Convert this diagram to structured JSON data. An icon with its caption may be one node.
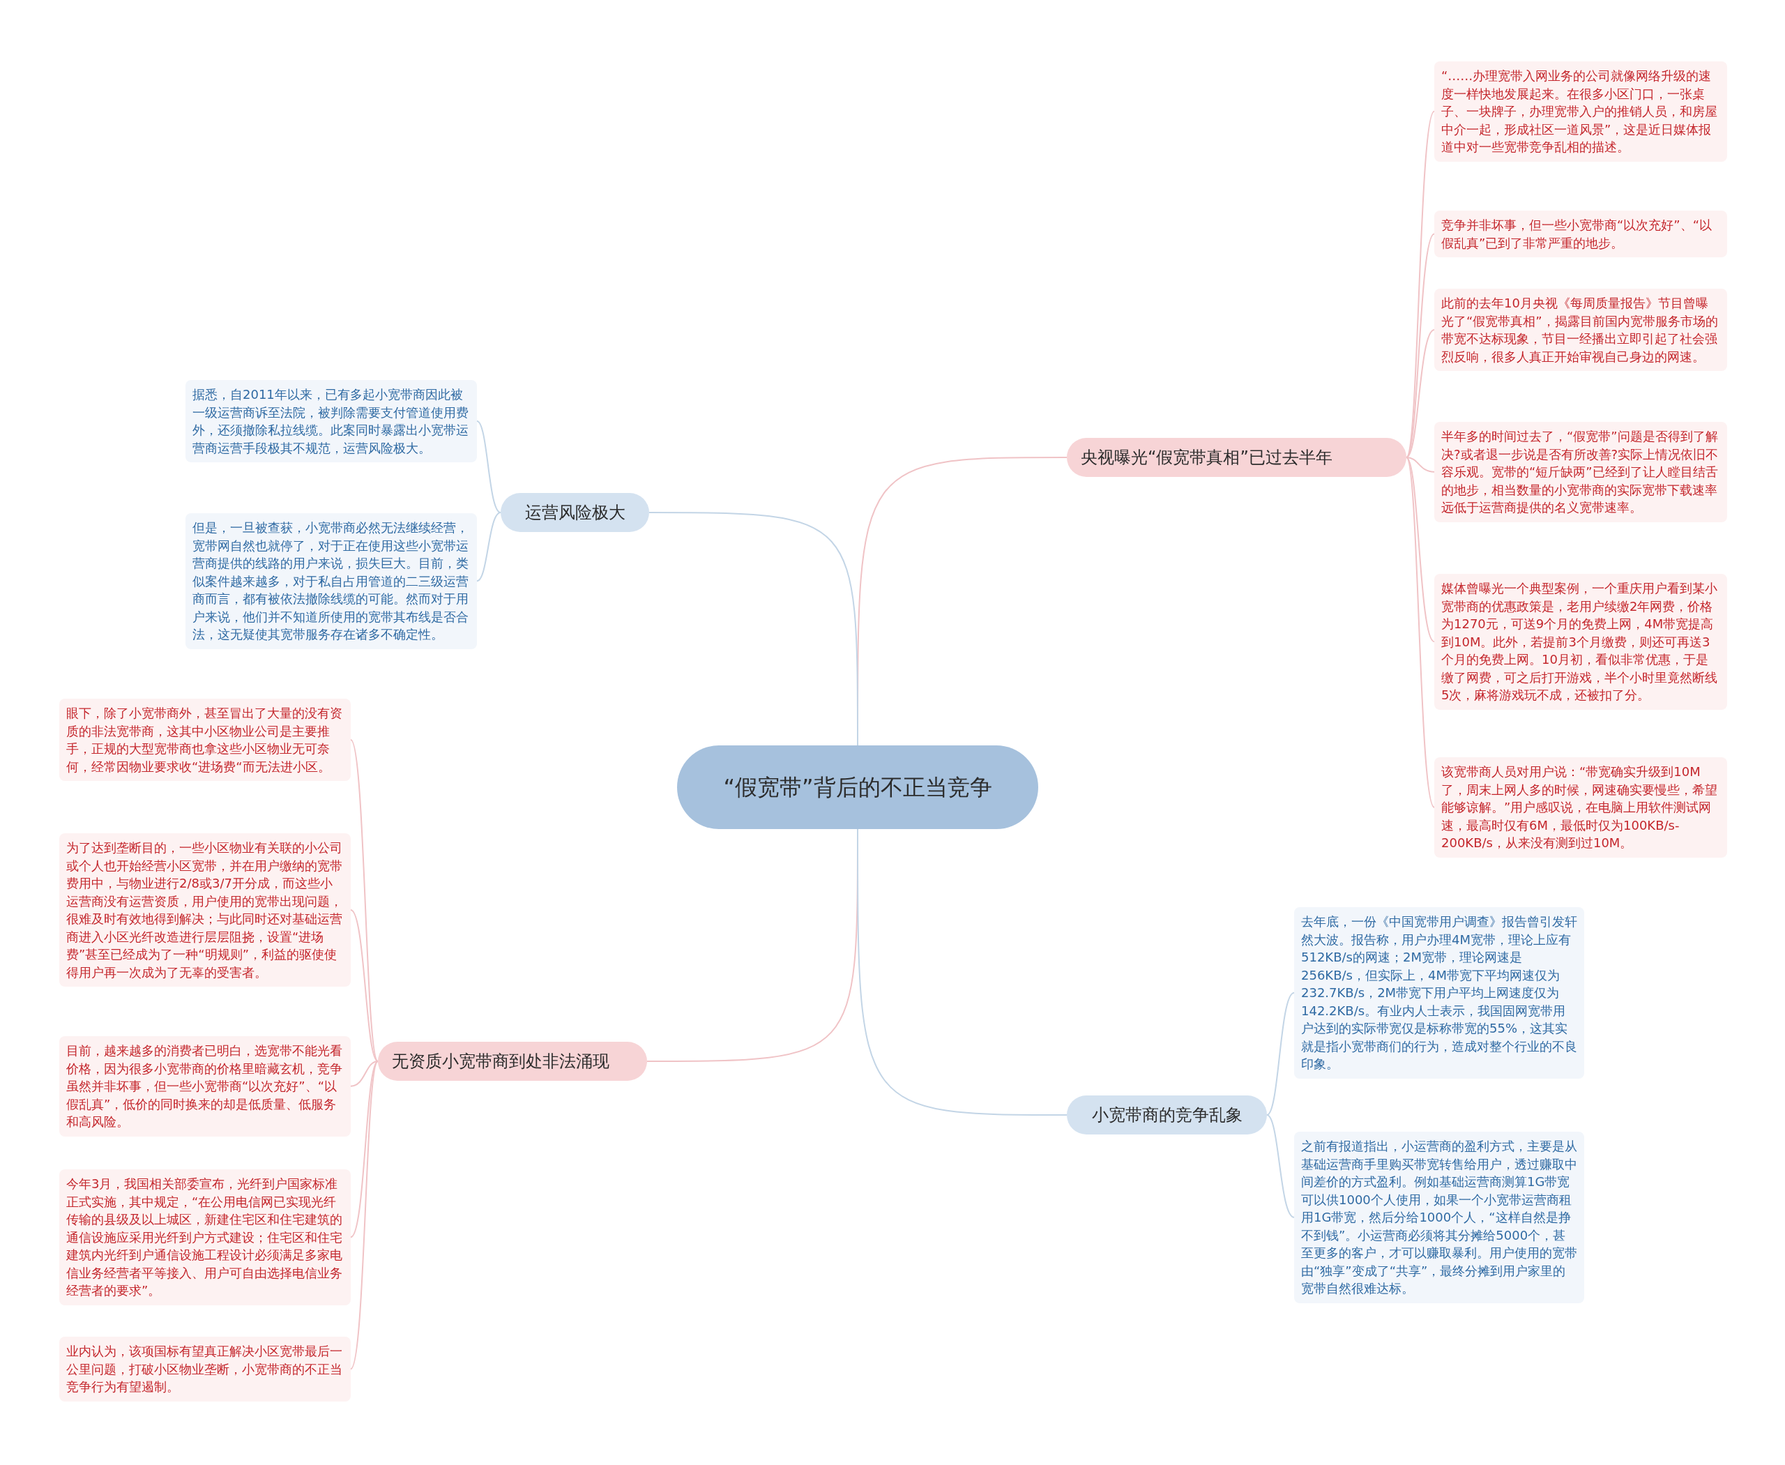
{
  "diagram": {
    "nodes": [
      {
        "text": [
          "“假宽带”背后的不正当竞争"
        ]
      },
      {
        "text": [
          "央视曝光“假宽带真相”已过去半年"
        ]
      },
      {
        "text": [
          "“……办理宽带入网业务的公司就像网络升级的速度一样快地发展起来。在很多小区门口，一张桌子、一块牌子，办理宽带入户的推销人员，和房屋中介一起，形成社区一道风景”，这是近日媒体报道中对一些宽带竞争乱相的描述。"
        ]
      },
      {
        "text": [
          "竞争并非坏事，但一些小宽带商“以次充好”、“以假乱真”已到了非常严重的地步。"
        ]
      },
      {
        "text": [
          "此前的去年10月央视《每周质量报告》节目曾曝光了“假宽带真相”，揭露目前国内宽带服务市场的带宽不达标现象，节目一经播出立即引起了社会强烈反响，很多人真正开始审视自己身边的网速。"
        ]
      },
      {
        "text": [
          "半年多的时间过去了，“假宽带”问题是否得到了解决?或者退一步说是否有所改善?实际上情况依旧不容乐观。宽带的“短斤缺两”已经到了让人瞠目结舌的地步，相当数量的小宽带商的实际宽带下载速率远低于运营商提供的名义宽带速率。"
        ]
      },
      {
        "text": [
          "媒体曾曝光一个典型案例，一个重庆用户看到某小宽带商的优惠政策是，老用户续缴2年网费，价格为1270元，可送9个月的免费上网，4M带宽提高到10M。此外，若提前3个月缴费，则还可再送3个月的免费上网。10月初，看似非常优惠，于是缴了网费，可之后打开游戏，半个小时里竟然断线5次，麻将游戏玩不成，还被扣了分。"
        ]
      },
      {
        "text": [
          "该宽带商人员对用户说：“带宽确实升级到10M了，周末上网人多的时候，网速确实要慢些，希望能够谅解。”用户感叹说，在电脑上用软件测试网速，最高时仅有6M，最低时仅为100KB/s-200KB/s，从来没有测到过10M。"
        ]
      },
      {
        "text": [
          "运营风险极大"
        ]
      },
      {
        "text": [
          "据悉，自2011年以来，已有多起小宽带商因此被一级运营商诉至法院，被判除需要支付管道使用费外，还须撤除私拉线缆。此案同时暴露出小宽带运营商运营手段极其不规范，运营风险极大。"
        ]
      },
      {
        "text": [
          "但是，一旦被查获，小宽带商必然无法继续经营，宽带网自然也就停了，对于正在使用这些小宽带运营商提供的线路的用户来说，损失巨大。目前，类似案件越来越多，对于私自占用管道的二三级运营商而言，都有被依法撤除线缆的可能。然而对于用户来说，他们并不知道所使用的宽带其布线是否合法，这无疑使其宽带服务存在诸多不确定性。"
        ]
      },
      {
        "text": [
          "无资质小宽带商到处非法涌现"
        ]
      },
      {
        "text": [
          "眼下，除了小宽带商外，甚至冒出了大量的没有资质的非法宽带商，这其中小区物业公司是主要推手，正规的大型宽带商也拿这些小区物业无可奈何，经常因物业要求收“进场费“而无法进小区。"
        ]
      },
      {
        "text": [
          "为了达到垄断目的，一些小区物业有关联的小公司或个人也开始经营小区宽带，并在用户缴纳的宽带费用中，与物业进行2/8或3/7开分成，而这些小运营商没有运营资质，用户使用的宽带出现问题，很难及时有效地得到解决；与此同时还对基础运营商进入小区光纤改造进行层层阻挠，设置“进场费”甚至已经成为了一种“明规则”，利益的驱使使得用户再一次成为了无辜的受害者。"
        ]
      },
      {
        "text": [
          "目前，越来越多的消费者已明白，选宽带不能光看价格，因为很多小宽带商的价格里暗藏玄机，竞争虽然并非坏事，但一些小宽带商“以次充好”、“以假乱真”，低价的同时换来的却是低质量、低服务和高风险。"
        ]
      },
      {
        "text": [
          "今年3月，我国相关部委宣布，光纤到户国家标准正式实施，其中规定，“在公用电信网已实现光纤传输的县级及以上城区，新建住宅区和住宅建筑的通信设施应采用光纤到户方式建设；住宅区和住宅建筑内光纤到户通信设施工程设计必须满足多家电信业务经营者平等接入、用户可自由选择电信业务经营者的要求”。"
        ]
      },
      {
        "text": [
          "业内认为，该项国标有望真正解决小区宽带最后一公里问题，打破小区物业垄断，小宽带商的不正当竞争行为有望遏制。"
        ]
      },
      {
        "text": [
          "小宽带商的竞争乱象"
        ]
      },
      {
        "text": [
          "去年底，一份《中国宽带用户调查》报告曾引发轩然大波。报告称，用户办理4M宽带，理论上应有512KB/s的网速；2M宽带，理论网速是256KB/s，但实际上，4M带宽下平均网速仅为232.7KB/s，2M带宽下用户平均上网速度仅为142.2KB/s。有业内人士表示，我国固网宽带用户达到的实际带宽仅是标称带宽的55%，这其实就是指小宽带商们的行为，造成对整个行业的不良印象。"
        ]
      },
      {
        "text": [
          "之前有报道指出，小运营商的盈利方式，主要是从基础运营商手里购买带宽转售给用户，透过赚取中间差价的方式盈利。例如基础运营商测算1G带宽可以供1000个人使用，如果一个小宽带运营商租用1G带宽，然后分给1000个人，“这样自然是挣不到钱”。小运营商必须将其分摊给5000个，甚至更多的客户，才可以赚取暴利。用户使用的宽带由“独享”变成了“共享”，最终分摊到用户家里的宽带自然很难达标。"
        ]
      }
    ],
    "edges": [
      {
        "from": 0,
        "to": 1,
        "arrow": "none"
      },
      {
        "from": 1,
        "to": 2,
        "arrow": "none"
      },
      {
        "from": 1,
        "to": 3,
        "arrow": "none"
      },
      {
        "from": 1,
        "to": 4,
        "arrow": "none"
      },
      {
        "from": 1,
        "to": 5,
        "arrow": "none"
      },
      {
        "from": 1,
        "to": 6,
        "arrow": "none"
      },
      {
        "from": 1,
        "to": 7,
        "arrow": "none"
      },
      {
        "from": 0,
        "to": 8,
        "arrow": "none",
        "color": "#c3d5e6"
      },
      {
        "from": 8,
        "to": 9,
        "arrow": "none",
        "color": "#c3d5e6"
      },
      {
        "from": 8,
        "to": 10,
        "arrow": "none",
        "color": "#c3d5e6"
      },
      {
        "from": 0,
        "to": 11,
        "arrow": "none"
      },
      {
        "from": 11,
        "to": 12,
        "arrow": "none"
      },
      {
        "from": 11,
        "to": 13,
        "arrow": "none"
      },
      {
        "from": 11,
        "to": 14,
        "arrow": "none"
      },
      {
        "from": 11,
        "to": 15,
        "arrow": "none"
      },
      {
        "from": 11,
        "to": 16,
        "arrow": "none"
      },
      {
        "from": 0,
        "to": 17,
        "arrow": "none",
        "color": "#c3d5e6"
      },
      {
        "from": 17,
        "to": 18,
        "arrow": "none",
        "color": "#c3d5e6"
      },
      {
        "from": 17,
        "to": 19,
        "arrow": "none",
        "color": "#c3d5e6"
      }
    ]
  }
}
